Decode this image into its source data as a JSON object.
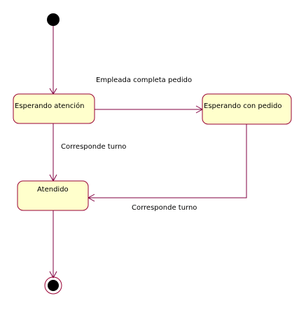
{
  "diagram": {
    "colors": {
      "state_fill": "#ffffcc",
      "state_stroke": "#990033",
      "edge": "#800040",
      "node": "#000000",
      "text": "#000000"
    },
    "states": {
      "esperando_atencion": "Esperando atención",
      "esperando_pedido": "Esperando con pedido",
      "atendido": "Atendido"
    },
    "transitions": {
      "completa_pedido": "Empleada completa pedido",
      "turno_left": "Corresponde turno",
      "turno_bottom": "Corresponde turno"
    }
  }
}
